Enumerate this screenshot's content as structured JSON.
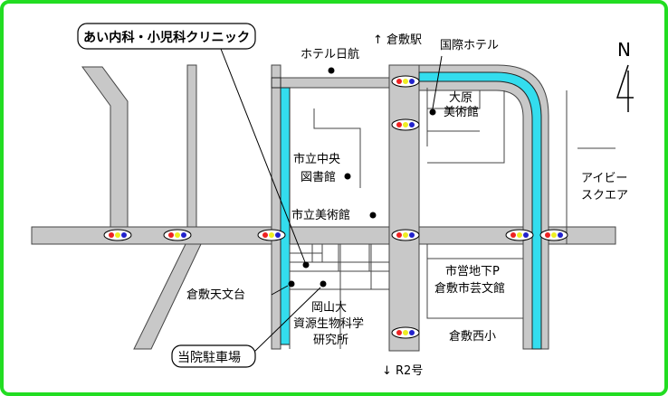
{
  "map": {
    "border_color": "#22dd22",
    "road_color": "#c8c8c8",
    "river_color": "#33ddee",
    "north_label": "N",
    "clinic_name": "あい内科・小児科クリニック",
    "parking_label": "当院駐車場",
    "labels": {
      "kurashiki_station": "↑ 倉敷駅",
      "r2": "↓ R2号",
      "hotel_nikko": "ホテル日航",
      "kokusai_hotel": "国際ホテル",
      "ohara_line1": "大原",
      "ohara_line2": "美術館",
      "library_line1": "市立中央",
      "library_line2": "図書館",
      "city_museum": "市立美術館",
      "ivy_line1": "アイビー",
      "ivy_line2": "スクエア",
      "parking_p_line1": "市営地下P",
      "parking_p_line2": "倉敷市芸文館",
      "observatory": "倉敷天文台",
      "okayama_line1": "岡山大",
      "okayama_line2": "資源生物科学",
      "okayama_line3": "研究所",
      "nishi_elementary": "倉敷西小"
    }
  }
}
